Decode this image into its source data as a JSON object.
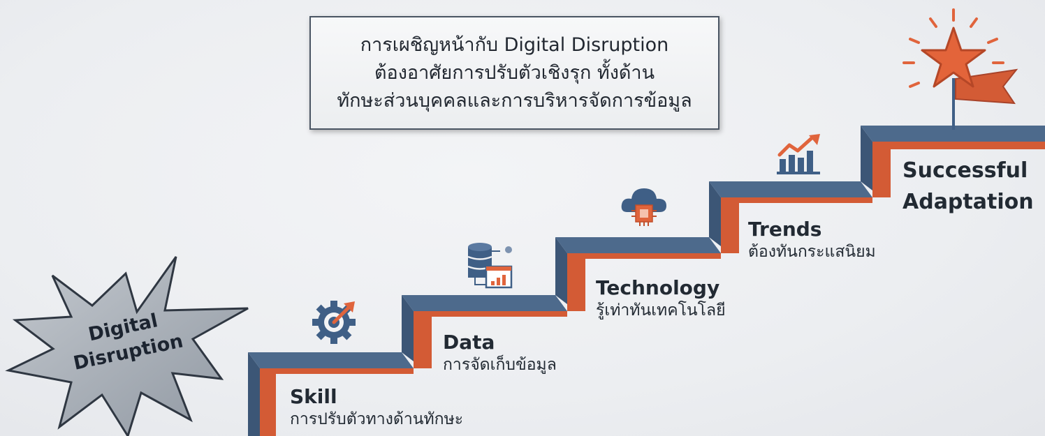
{
  "callout": {
    "lines": [
      "การเผชิญหน้ากับ Digital Disruption",
      "ต้องอาศัยการปรับตัวเชิงรุก ทั้งด้าน",
      "ทักษะส่วนบุคคลและการบริหารจัดการข้อมูล"
    ]
  },
  "burst": {
    "line1": "Digital",
    "line2": "Disruption"
  },
  "steps": [
    {
      "title": "Skill",
      "subtitle": "การปรับตัวทางด้านทักษะ",
      "icon": "gear-arrow-icon"
    },
    {
      "title": "Data",
      "subtitle": "การจัดเก็บข้อมูล",
      "icon": "database-chart-icon"
    },
    {
      "title": "Technology",
      "subtitle": "รู้เท่าทันเทคโนโลยี",
      "icon": "cloud-chip-icon"
    },
    {
      "title": "Trends",
      "subtitle": "ต้องทันกระแสนิยม",
      "icon": "trend-chart-icon"
    }
  ],
  "goal": {
    "line1": "Successful",
    "line2": "Adaptation",
    "icon": "star-flag-icon"
  },
  "colors": {
    "step_top": "#4d6a8c",
    "step_side": "#3b5575",
    "step_riser": "#d35b35",
    "accent_orange": "#e0643c",
    "icon_blue": "#3f5f86",
    "burst_fill": "#9ea5ae",
    "text_dark": "#222a33"
  }
}
